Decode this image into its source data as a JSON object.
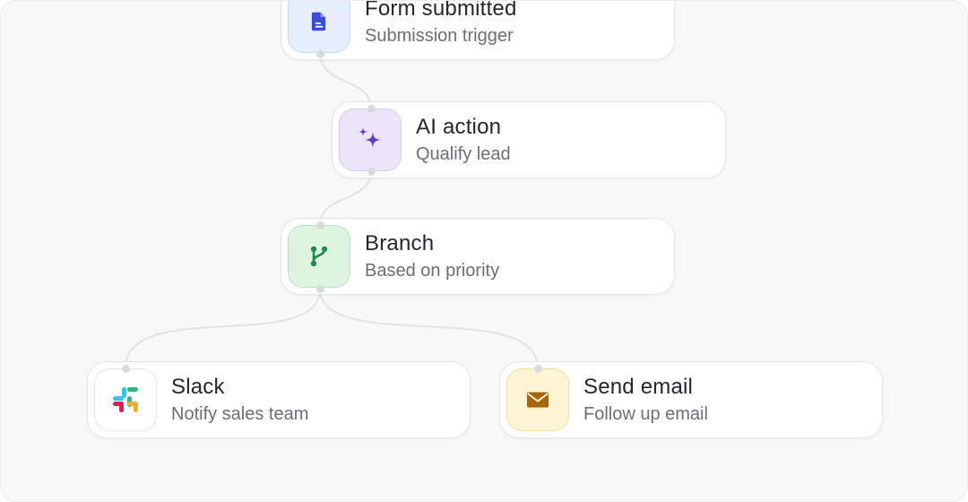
{
  "nodes": {
    "form": {
      "title": "Form submitted",
      "subtitle": "Submission trigger",
      "icon": "document-icon"
    },
    "ai": {
      "title": "AI action",
      "subtitle": "Qualify lead",
      "icon": "sparkles-icon"
    },
    "branch": {
      "title": "Branch",
      "subtitle": "Based on priority",
      "icon": "git-branch-icon"
    },
    "slack": {
      "title": "Slack",
      "subtitle": "Notify sales team",
      "icon": "slack-logo-icon"
    },
    "email": {
      "title": "Send email",
      "subtitle": "Follow up email",
      "icon": "envelope-icon"
    }
  },
  "colors": {
    "blue_icon": "#3d4bd6",
    "purple_icon": "#5b3fc4",
    "green_icon": "#1e8a4c",
    "email_icon": "#a8650c",
    "connector": "#e2e2e2"
  }
}
